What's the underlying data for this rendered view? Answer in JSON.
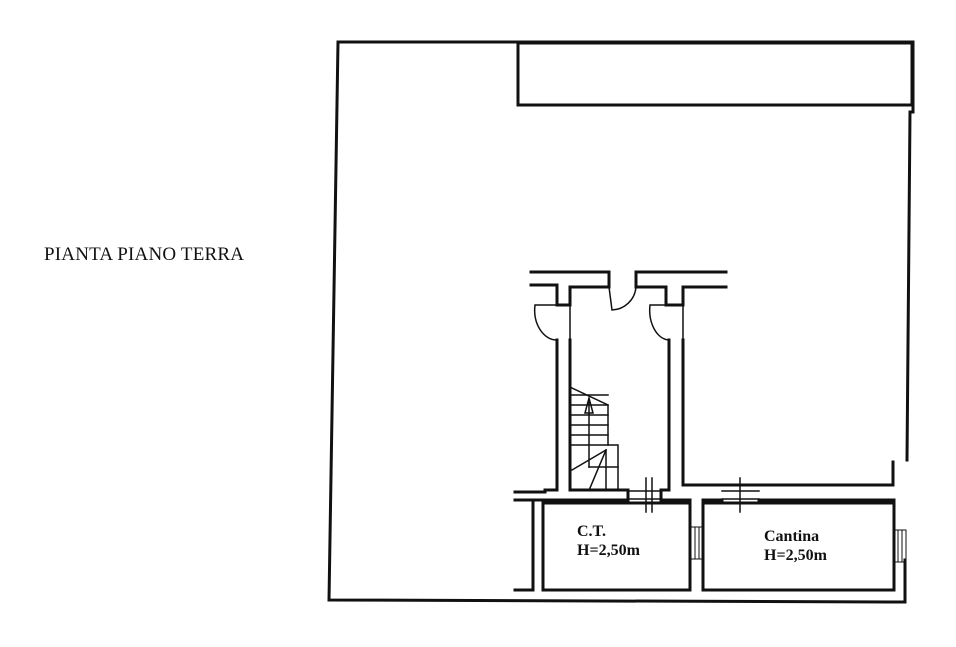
{
  "drawing": {
    "title": "PIANTA PIANO TERRA",
    "rooms": [
      {
        "name": "C.T.",
        "height": "H=2,50m"
      },
      {
        "name": "Cantina",
        "height": "H=2,50m"
      }
    ],
    "line_color": "#111111",
    "background": "#ffffff"
  }
}
